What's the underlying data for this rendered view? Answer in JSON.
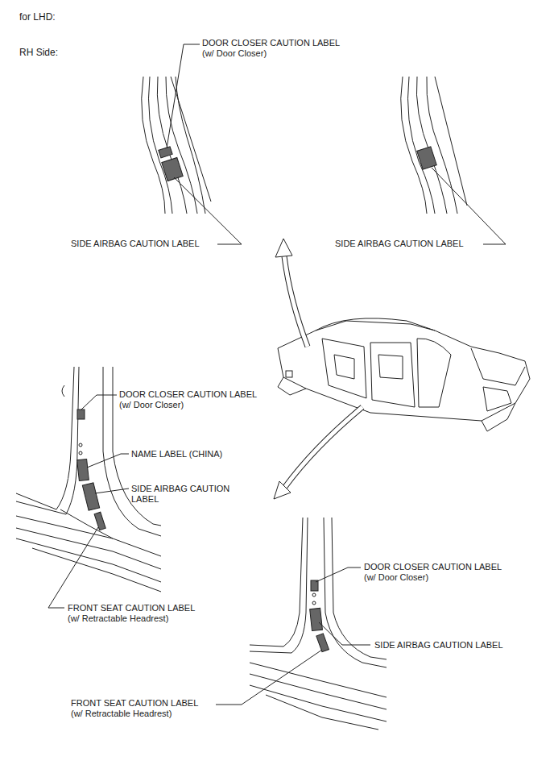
{
  "diagram": {
    "labels": [
      "for LHD:",
      "RH Side:",
      "DOOR CLOSER CAUTION LABEL (w/ Door Closer)",
      "SIDE AIRBAG CAUTION LABEL",
      "SIDE AIRBAG CAUTION LABEL",
      "DOOR CLOSER CAUTION LABEL (w/ Door Closer)",
      "NAME LABEL (CHINA)",
      "SIDE AIRBAG CAUTION LABEL",
      "FRONT SEAT CAUTION LABEL (w/ Retractable Headrest)",
      "DOOR CLOSER CAUTION LABEL (w/ Door Closer)",
      "SIDE AIRBAG CAUTION LABEL",
      "FRONT SEAT CAUTION LABEL (w/ Retractable Headrest)"
    ]
  }
}
